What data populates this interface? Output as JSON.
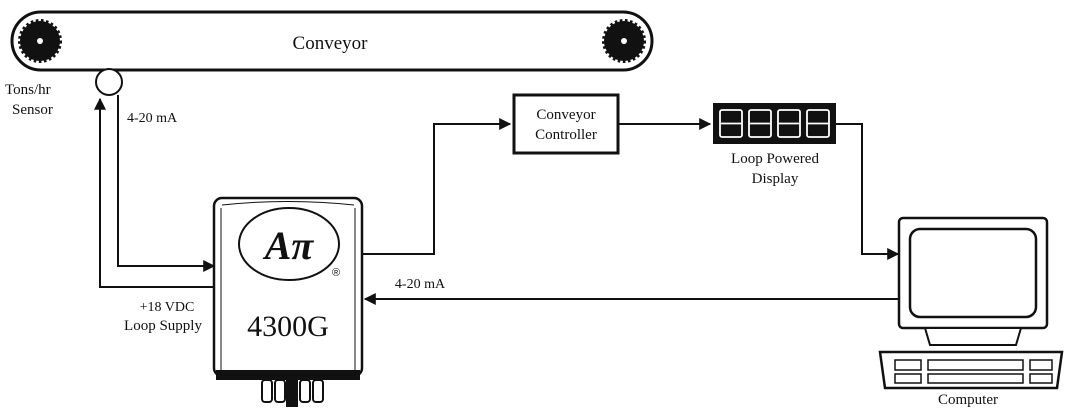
{
  "conveyor": {
    "label": "Conveyor"
  },
  "sensor": {
    "label_line1": "Tons/hr",
    "label_line2": "Sensor"
  },
  "signals": {
    "sensor_output": "4-20 mA",
    "computer_output": "4-20 mA",
    "loop_supply_line1": "+18 VDC",
    "loop_supply_line2": "Loop Supply"
  },
  "controller": {
    "label_line1": "Conveyor",
    "label_line2": "Controller"
  },
  "display": {
    "label_line1": "Loop Powered",
    "label_line2": "Display"
  },
  "computer": {
    "label": "Computer"
  },
  "device": {
    "logo_text": "Aπ",
    "registered_mark": "®",
    "model": "4300G"
  }
}
